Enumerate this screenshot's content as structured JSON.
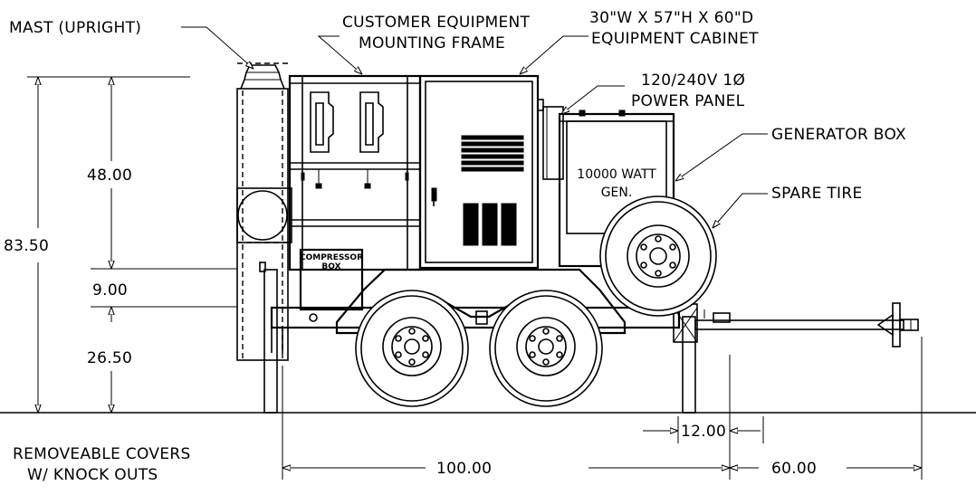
{
  "labels": {
    "mast": "MAST (UPRIGHT)",
    "frame_line1": "CUSTOMER EQUIPMENT",
    "frame_line2": "MOUNTING FRAME",
    "cabinet_line1": "30\"W X 57\"H X 60\"D",
    "cabinet_line2": "EQUIPMENT CABINET",
    "panel_line1": "120/240V 1Ø",
    "panel_line2": "POWER PANEL",
    "generator_box": "GENERATOR BOX",
    "generator_line1": "10000 WATT",
    "generator_line2": "GEN.",
    "spare_tire": "SPARE TIRE",
    "compressor_line1": "COMPRESSOR",
    "compressor_line2": "BOX",
    "covers_line1": "REMOVEABLE COVERS",
    "covers_line2": "W/ KNOCK OUTS"
  },
  "dimensions": {
    "overall_height": "83.50",
    "upper": "48.00",
    "middle": "9.00",
    "lower": "26.50",
    "tongue": "12.00",
    "body_length": "100.00",
    "hitch_length": "60.00"
  }
}
